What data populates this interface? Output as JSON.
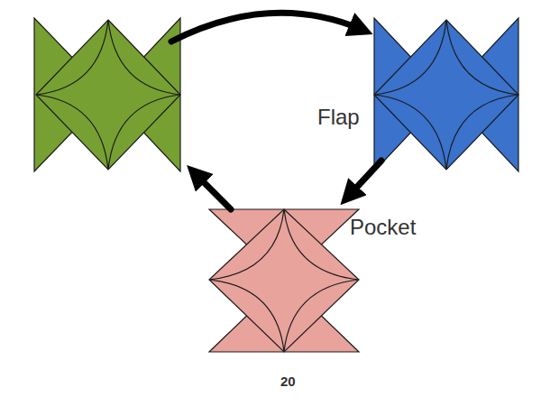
{
  "diagram": {
    "labels": [
      "Flap",
      "Pocket",
      "20"
    ]
  }
}
